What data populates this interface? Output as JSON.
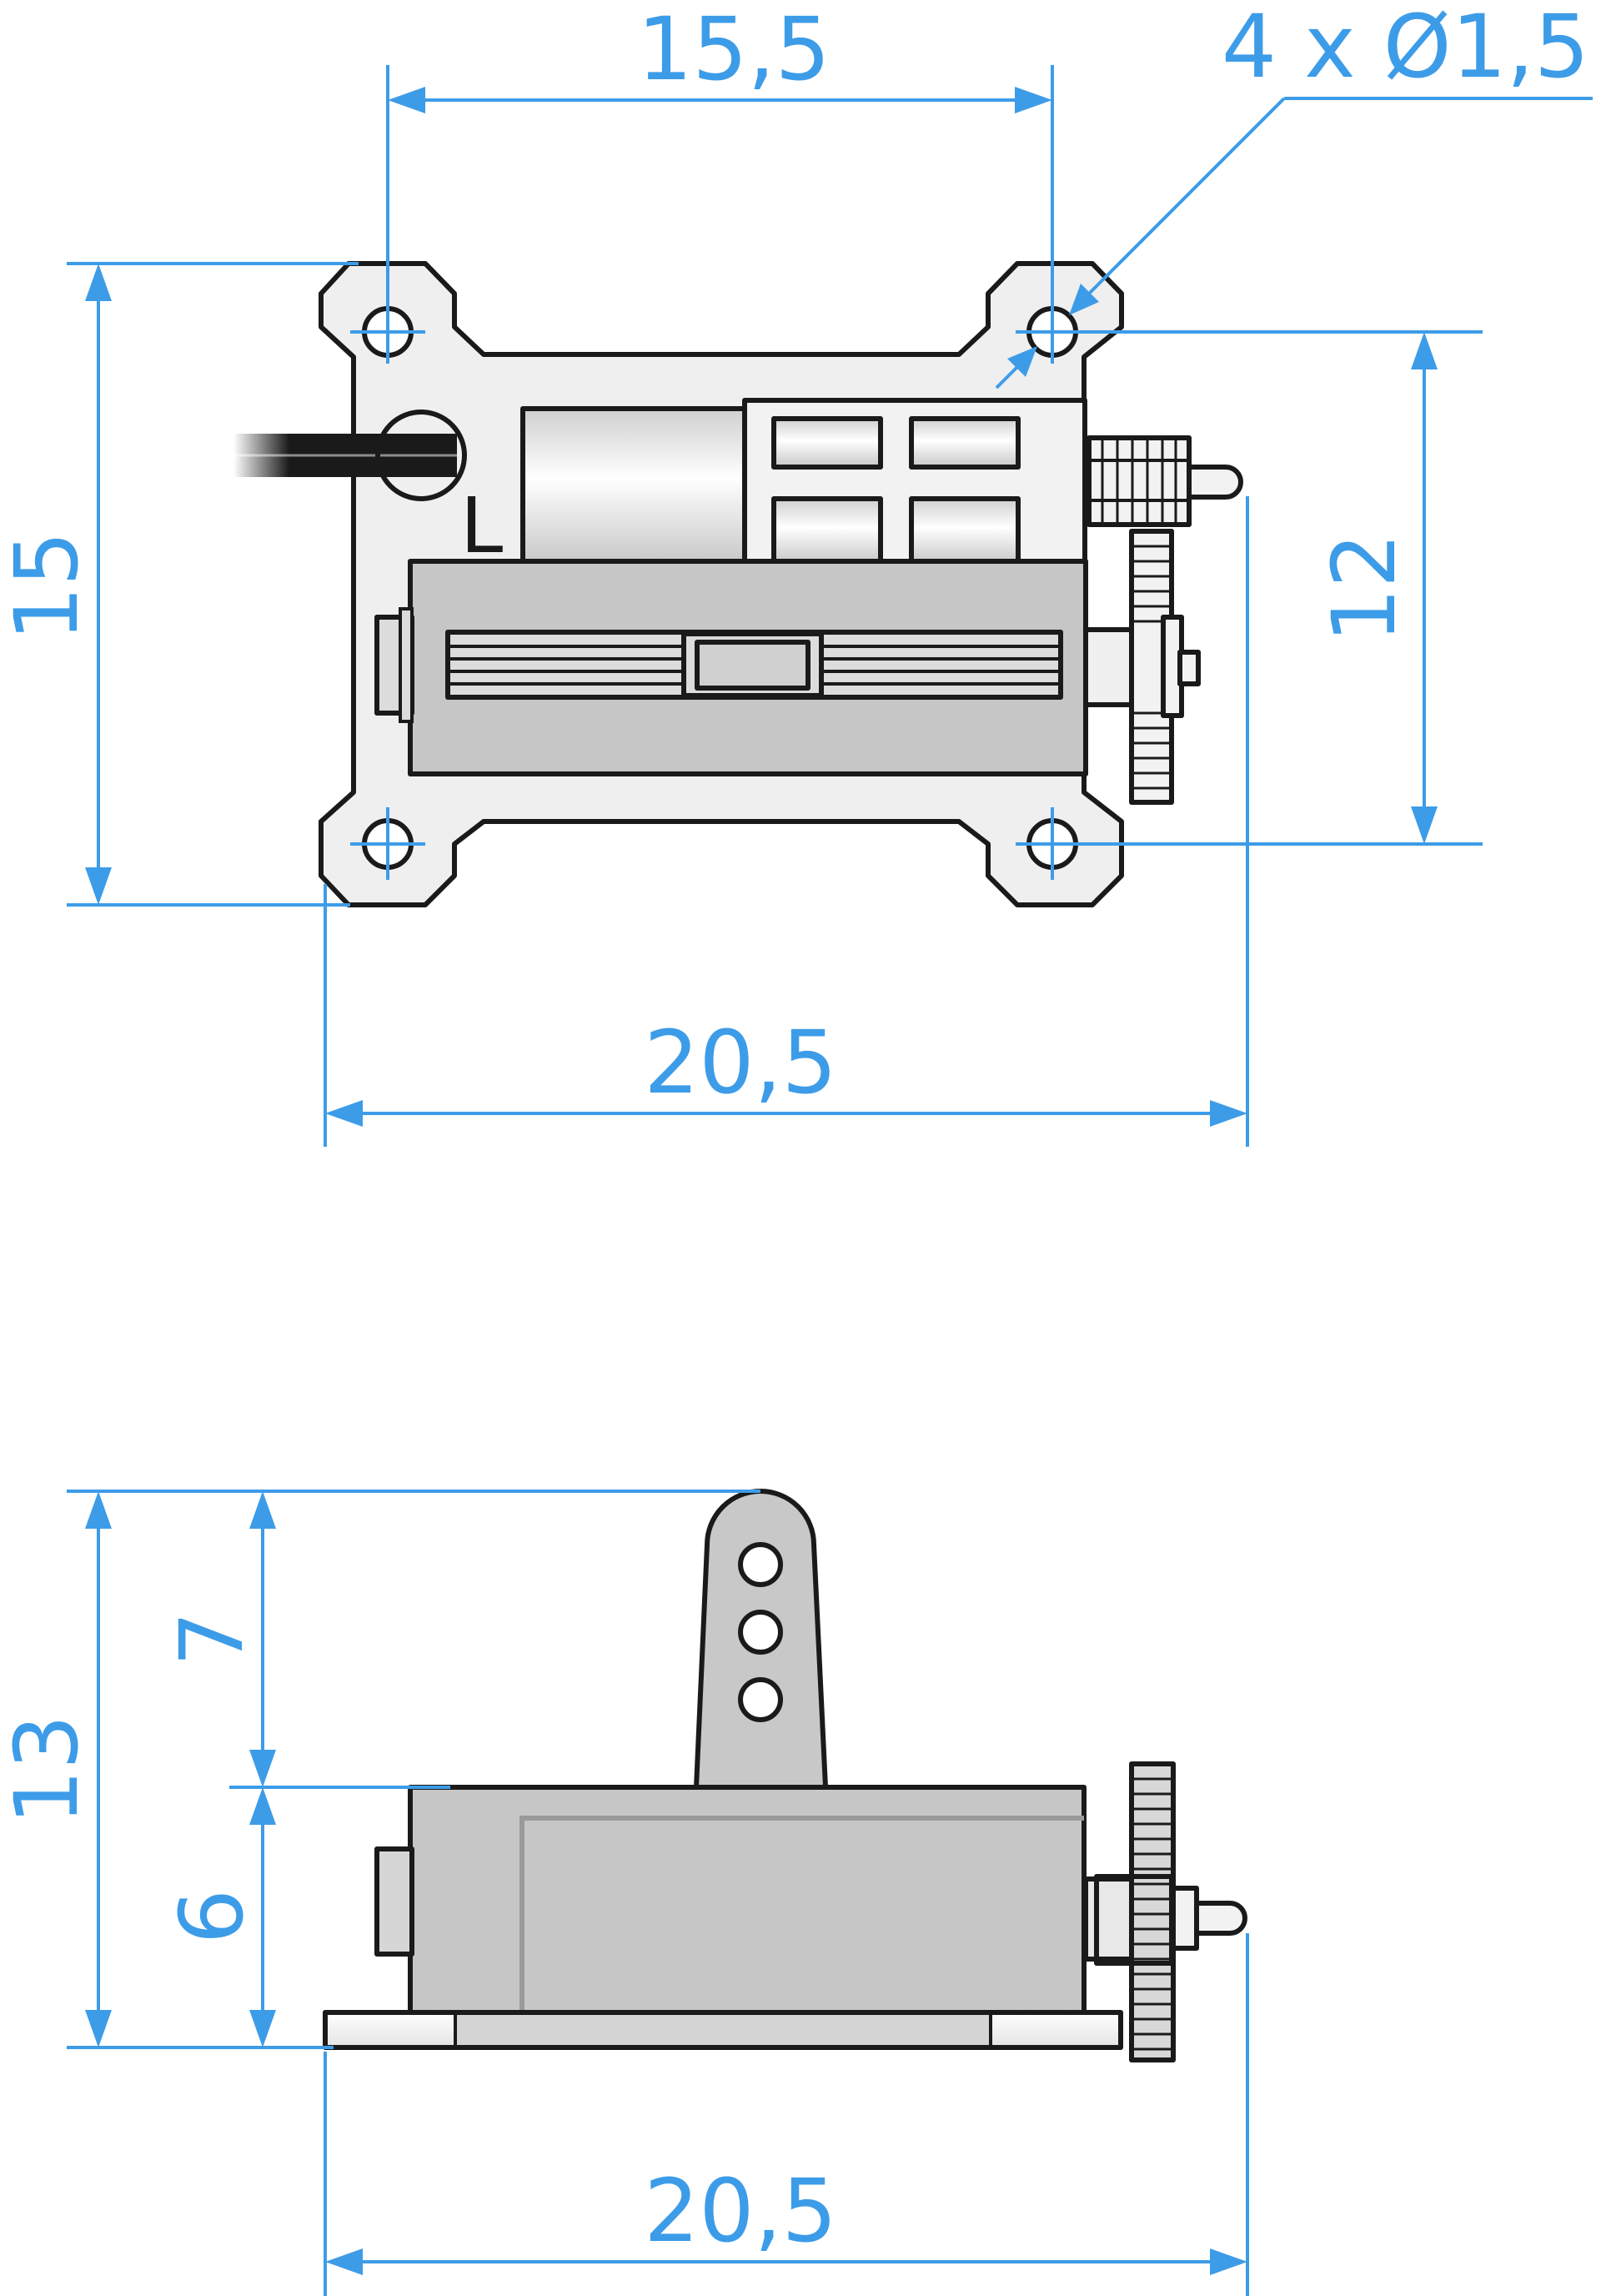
{
  "drawing": {
    "top_view": {
      "dim_hole_spacing_x": "15,5",
      "dim_holes": "4 x Ø1,5",
      "dim_height": "15",
      "dim_hole_spacing_y": "12",
      "dim_width": "20,5",
      "motor_label": "L"
    },
    "side_view": {
      "dim_total_height": "13",
      "dim_arm_height": "7",
      "dim_body_height": "6",
      "dim_width": "20,5"
    }
  },
  "colors": {
    "dimension": "#3d9ce8",
    "outline": "#1a1a1a",
    "plate": "#eeeeee",
    "body": "#c4c4c4"
  }
}
